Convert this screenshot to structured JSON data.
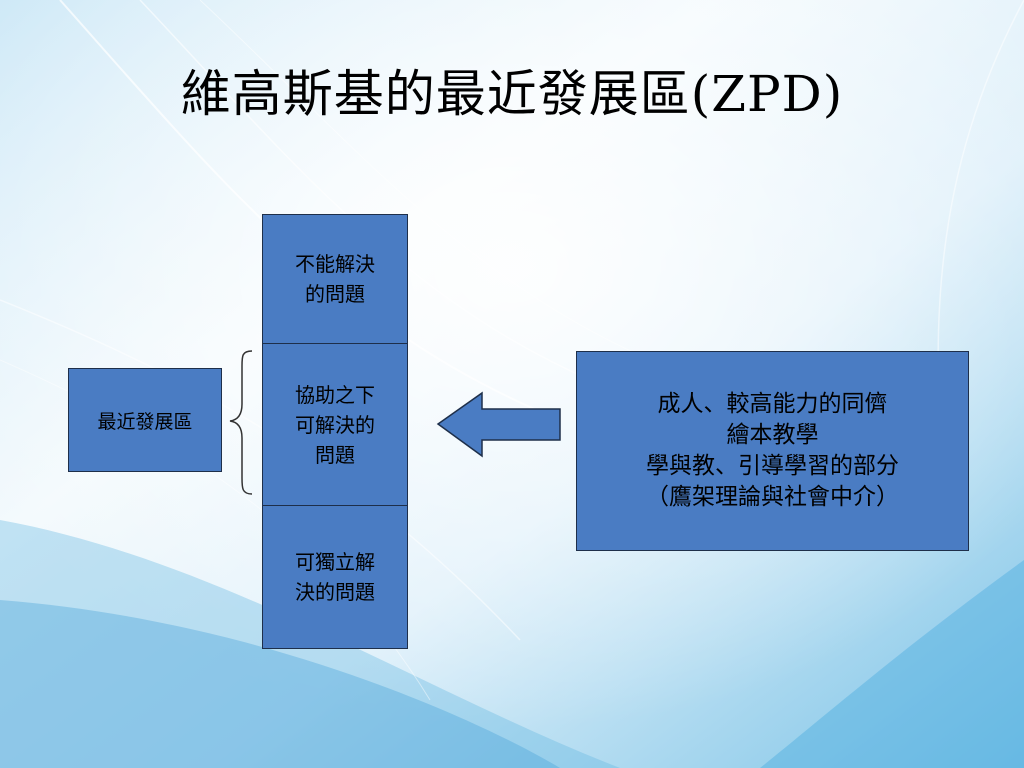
{
  "slide": {
    "title": "維高斯基的最近發展區(ZPD)"
  },
  "zones": {
    "cannot_solve": "不能解決\n的問題",
    "with_help": "協助之下\n可解決的\n問題",
    "independent": "可獨立解\n決的問題"
  },
  "zpd_label": "最近發展區",
  "support_box": {
    "text": "成人、較高能力的同儕\n繪本教學\n學與教、引導學習的部分\n（鷹架理論與社會中介）"
  },
  "colors": {
    "box_fill": "#4a7cc3",
    "box_border": "#1e2f4a",
    "background": "#e9f5fb",
    "arrow_fill": "#4a7cc3"
  },
  "icons": {
    "arrow": "left-arrow-icon",
    "brace": "left-curly-brace"
  }
}
